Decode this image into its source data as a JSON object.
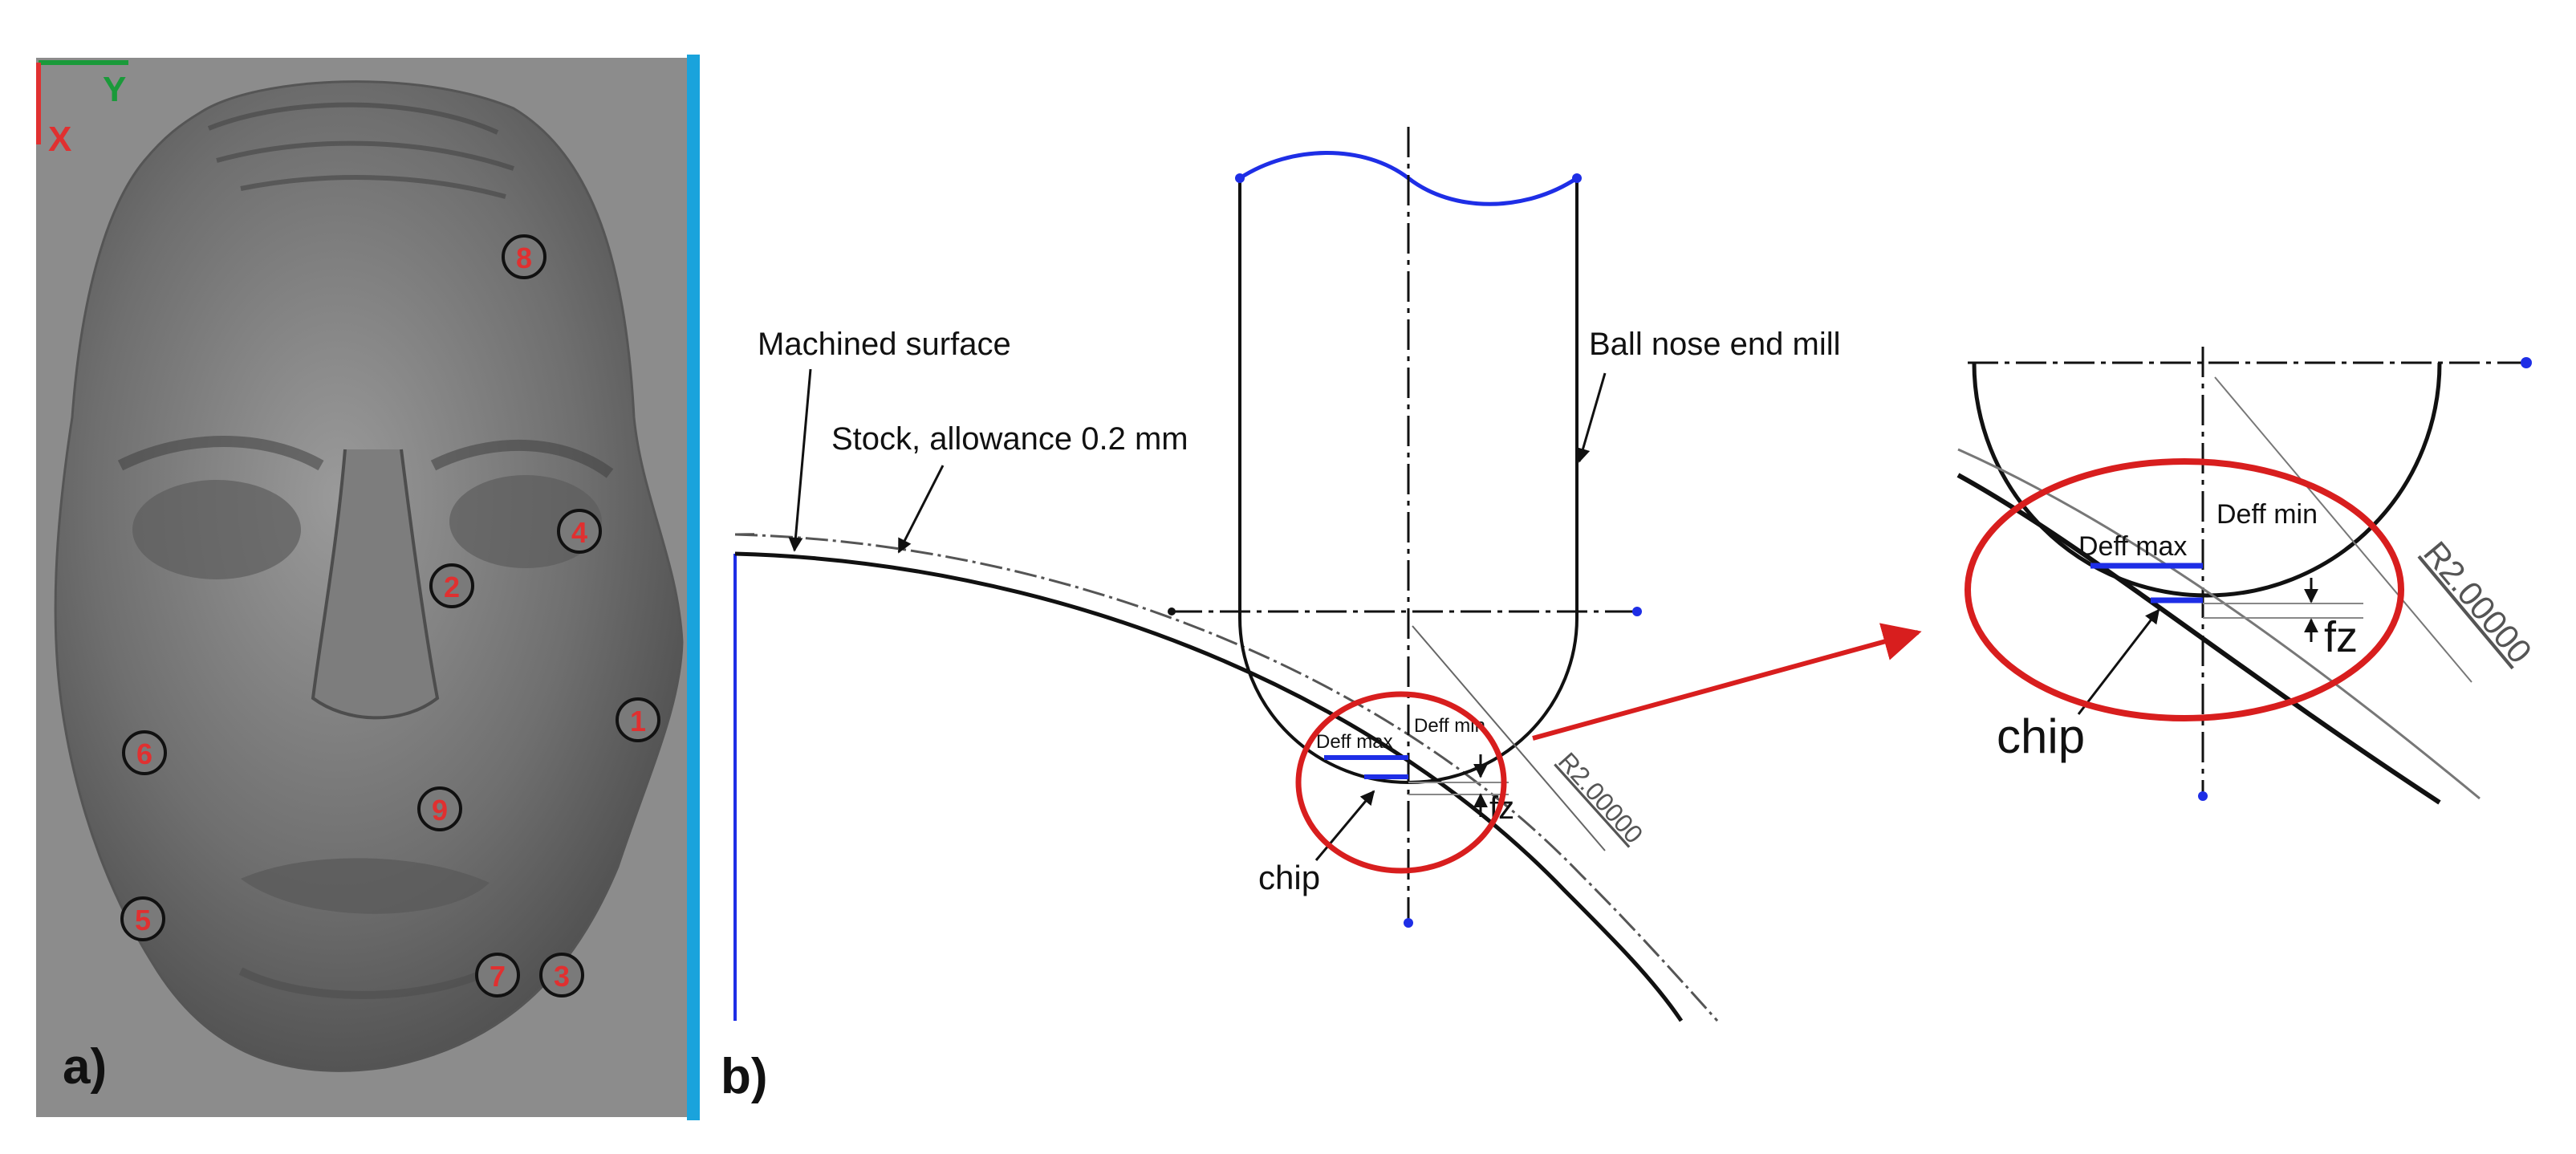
{
  "panel_a": {
    "label": "a)",
    "axes": {
      "x_label": "X",
      "y_label": "Y"
    },
    "points": [
      "8",
      "4",
      "2",
      "1",
      "6",
      "9",
      "5",
      "7",
      "3"
    ]
  },
  "panel_b": {
    "label": "b)",
    "labels": {
      "machined_surface": "Machined surface",
      "stock_allowance": "Stock, allowance 0.2 mm",
      "ball_nose_end_mill": "Ball nose end mill",
      "chip": "chip",
      "deff_max": "Deff max",
      "deff_min": "Deff min",
      "fz": "fz",
      "radius": "R2.00000"
    },
    "zoom": {
      "chip": "chip",
      "deff_max": "Deff max",
      "deff_min": "Deff min",
      "fz": "fz",
      "radius": "R2.00000"
    }
  },
  "colors": {
    "highlight_ring": "#d81e1e",
    "cutting_edge": "#1e2ee6",
    "outline": "#111111",
    "model_background": "#8c8c8c",
    "model_border": "#1aa3dc",
    "axis_x": "#e03030",
    "axis_y": "#1a9a3a"
  }
}
